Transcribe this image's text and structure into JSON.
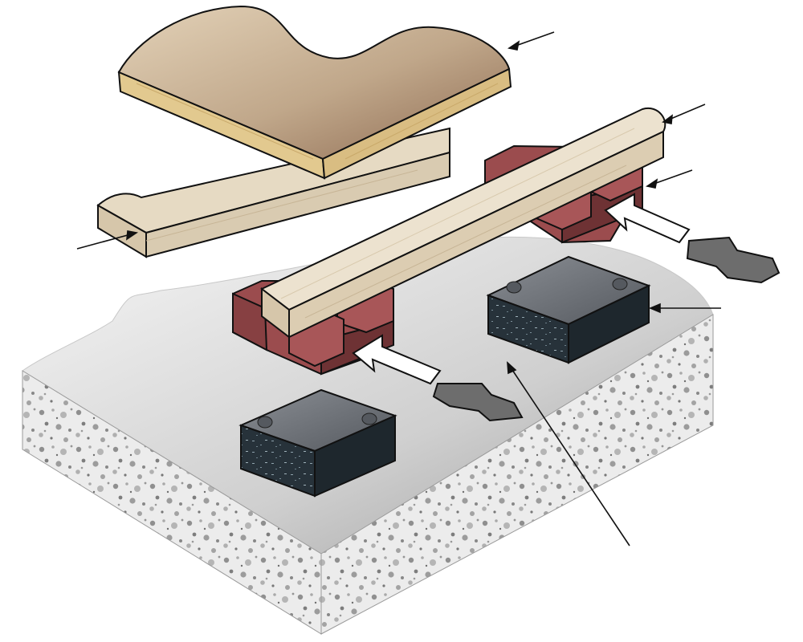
{
  "diagram": {
    "components": [
      {
        "id": "floor-panel",
        "label": ""
      },
      {
        "id": "beam-upper",
        "label": ""
      },
      {
        "id": "beam-lower",
        "label": ""
      },
      {
        "id": "bracket-rear",
        "label": ""
      },
      {
        "id": "bracket-front",
        "label": ""
      },
      {
        "id": "pad-rear",
        "label": ""
      },
      {
        "id": "pad-front",
        "label": ""
      },
      {
        "id": "shim-rear",
        "label": ""
      },
      {
        "id": "shim-front",
        "label": ""
      },
      {
        "id": "concrete-slab",
        "label": ""
      }
    ],
    "callouts": 6,
    "colors": {
      "panel_top": "#a08068",
      "panel_edge": "#e2c98f",
      "wood": "#ece2cf",
      "wood_side": "#d9cbb1",
      "bracket": "#9b4c4e",
      "bracket_dark": "#6e3234",
      "pad_top": "#6b6f76",
      "pad_side": "#27323a",
      "shim": "#6d6d6d",
      "concrete": "#e8e8e8",
      "arrow": "#ffffff",
      "outline": "#111111"
    }
  }
}
